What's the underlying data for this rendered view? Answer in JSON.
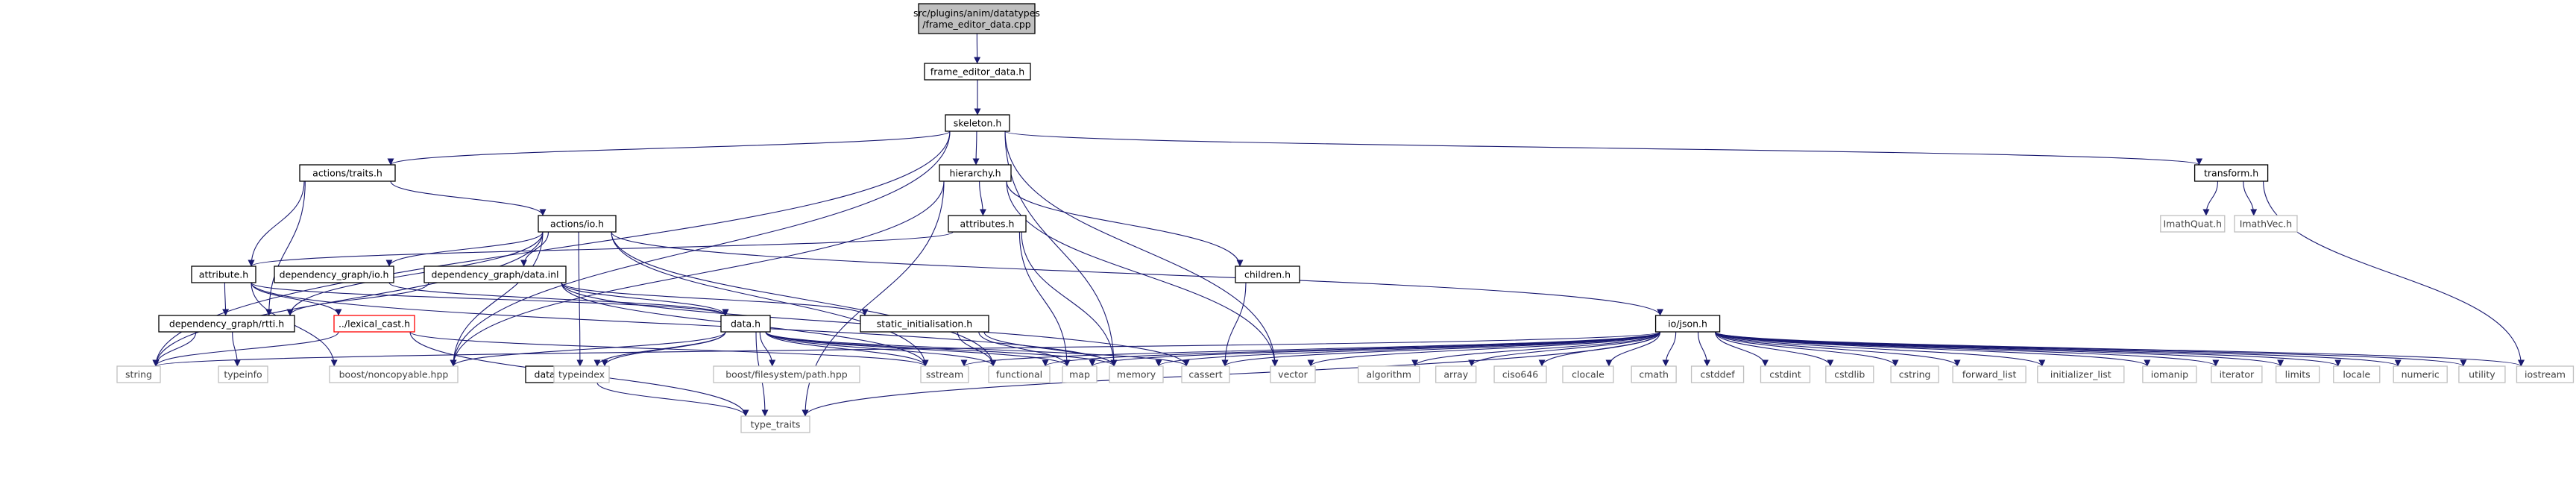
{
  "colors": {
    "edge": "#191970",
    "node_border": "#000000",
    "external_border": "#bfbfbf",
    "external_text": "#404040",
    "broken_border": "#ff0000",
    "root_fill": "#bfbfbf",
    "text": "#000000"
  },
  "nodes": [
    {
      "id": "root",
      "lines": [
        "src/plugins/anim/datatypes",
        "/frame_editor_data.cpp"
      ],
      "kind": "root"
    },
    {
      "id": "frame_editor_data_h",
      "lines": [
        "frame_editor_data.h"
      ],
      "kind": "internal"
    },
    {
      "id": "skeleton_h",
      "lines": [
        "skeleton.h"
      ],
      "kind": "internal"
    },
    {
      "id": "actions_traits_h",
      "lines": [
        "actions/traits.h"
      ],
      "kind": "internal"
    },
    {
      "id": "hierarchy_h",
      "lines": [
        "hierarchy.h"
      ],
      "kind": "internal"
    },
    {
      "id": "transform_h",
      "lines": [
        "transform.h"
      ],
      "kind": "internal"
    },
    {
      "id": "actions_io_h",
      "lines": [
        "actions/io.h"
      ],
      "kind": "internal"
    },
    {
      "id": "attributes_h",
      "lines": [
        "attributes.h"
      ],
      "kind": "internal"
    },
    {
      "id": "imathquat_h",
      "lines": [
        "ImathQuat.h"
      ],
      "kind": "external"
    },
    {
      "id": "imathvec_h",
      "lines": [
        "ImathVec.h"
      ],
      "kind": "external"
    },
    {
      "id": "attribute_h",
      "lines": [
        "attribute.h"
      ],
      "kind": "internal"
    },
    {
      "id": "dep_graph_io_h",
      "lines": [
        "dependency_graph/io.h"
      ],
      "kind": "internal"
    },
    {
      "id": "dep_graph_data_inl",
      "lines": [
        "dependency_graph/data.inl"
      ],
      "kind": "internal"
    },
    {
      "id": "children_h",
      "lines": [
        "children.h"
      ],
      "kind": "internal"
    },
    {
      "id": "io_json_h",
      "lines": [
        "io/json.h"
      ],
      "kind": "internal"
    },
    {
      "id": "dep_graph_rtti_h",
      "lines": [
        "dependency_graph/rtti.h"
      ],
      "kind": "internal"
    },
    {
      "id": "lexical_cast_h",
      "lines": [
        "../lexical_cast.h"
      ],
      "kind": "broken"
    },
    {
      "id": "data_h",
      "lines": [
        "data.h"
      ],
      "kind": "internal"
    },
    {
      "id": "static_init_h",
      "lines": [
        "static_initialisation.h"
      ],
      "kind": "internal"
    },
    {
      "id": "data_traits_h",
      "lines": [
        "data_traits.h"
      ],
      "kind": "internal"
    },
    {
      "id": "string",
      "lines": [
        "string"
      ],
      "kind": "external"
    },
    {
      "id": "typeinfo",
      "lines": [
        "typeinfo"
      ],
      "kind": "external"
    },
    {
      "id": "boost_noncopyable",
      "lines": [
        "boost/noncopyable.hpp"
      ],
      "kind": "external"
    },
    {
      "id": "typeindex",
      "lines": [
        "typeindex"
      ],
      "kind": "external"
    },
    {
      "id": "boost_path",
      "lines": [
        "boost/filesystem/path.hpp"
      ],
      "kind": "external"
    },
    {
      "id": "sstream",
      "lines": [
        "sstream"
      ],
      "kind": "external"
    },
    {
      "id": "functional",
      "lines": [
        "functional"
      ],
      "kind": "external"
    },
    {
      "id": "map",
      "lines": [
        "map"
      ],
      "kind": "external"
    },
    {
      "id": "memory",
      "lines": [
        "memory"
      ],
      "kind": "external"
    },
    {
      "id": "cassert",
      "lines": [
        "cassert"
      ],
      "kind": "external"
    },
    {
      "id": "vector",
      "lines": [
        "vector"
      ],
      "kind": "external"
    },
    {
      "id": "algorithm",
      "lines": [
        "algorithm"
      ],
      "kind": "external"
    },
    {
      "id": "array",
      "lines": [
        "array"
      ],
      "kind": "external"
    },
    {
      "id": "ciso646",
      "lines": [
        "ciso646"
      ],
      "kind": "external"
    },
    {
      "id": "clocale",
      "lines": [
        "clocale"
      ],
      "kind": "external"
    },
    {
      "id": "cmath",
      "lines": [
        "cmath"
      ],
      "kind": "external"
    },
    {
      "id": "cstddef",
      "lines": [
        "cstddef"
      ],
      "kind": "external"
    },
    {
      "id": "cstdint",
      "lines": [
        "cstdint"
      ],
      "kind": "external"
    },
    {
      "id": "cstdlib",
      "lines": [
        "cstdlib"
      ],
      "kind": "external"
    },
    {
      "id": "cstring",
      "lines": [
        "cstring"
      ],
      "kind": "external"
    },
    {
      "id": "forward_list",
      "lines": [
        "forward_list"
      ],
      "kind": "external"
    },
    {
      "id": "initializer_list",
      "lines": [
        "initializer_list"
      ],
      "kind": "external"
    },
    {
      "id": "iomanip",
      "lines": [
        "iomanip"
      ],
      "kind": "external"
    },
    {
      "id": "iterator",
      "lines": [
        "iterator"
      ],
      "kind": "external"
    },
    {
      "id": "limits",
      "lines": [
        "limits"
      ],
      "kind": "external"
    },
    {
      "id": "locale",
      "lines": [
        "locale"
      ],
      "kind": "external"
    },
    {
      "id": "numeric",
      "lines": [
        "numeric"
      ],
      "kind": "external"
    },
    {
      "id": "utility",
      "lines": [
        "utility"
      ],
      "kind": "external"
    },
    {
      "id": "iostream",
      "lines": [
        "iostream"
      ],
      "kind": "external"
    },
    {
      "id": "type_traits",
      "lines": [
        "type_traits"
      ],
      "kind": "external"
    }
  ],
  "edges": [
    [
      "root",
      "frame_editor_data_h"
    ],
    [
      "frame_editor_data_h",
      "skeleton_h"
    ],
    [
      "skeleton_h",
      "actions_traits_h"
    ],
    [
      "skeleton_h",
      "hierarchy_h"
    ],
    [
      "skeleton_h",
      "transform_h"
    ],
    [
      "skeleton_h",
      "string"
    ],
    [
      "skeleton_h",
      "boost_noncopyable"
    ],
    [
      "skeleton_h",
      "memory"
    ],
    [
      "skeleton_h",
      "vector"
    ],
    [
      "actions_traits_h",
      "actions_io_h"
    ],
    [
      "actions_traits_h",
      "dep_graph_rtti_h"
    ],
    [
      "actions_traits_h",
      "attribute_h"
    ],
    [
      "hierarchy_h",
      "attributes_h"
    ],
    [
      "hierarchy_h",
      "children_h"
    ],
    [
      "hierarchy_h",
      "boost_noncopyable"
    ],
    [
      "hierarchy_h",
      "vector"
    ],
    [
      "hierarchy_h",
      "type_traits"
    ],
    [
      "transform_h",
      "imathquat_h"
    ],
    [
      "transform_h",
      "imathvec_h"
    ],
    [
      "transform_h",
      "iostream"
    ],
    [
      "actions_io_h",
      "dep_graph_io_h"
    ],
    [
      "actions_io_h",
      "dep_graph_data_inl"
    ],
    [
      "actions_io_h",
      "io_json_h"
    ],
    [
      "actions_io_h",
      "dep_graph_rtti_h"
    ],
    [
      "actions_io_h",
      "boost_noncopyable"
    ],
    [
      "actions_io_h",
      "typeindex"
    ],
    [
      "actions_io_h",
      "functional"
    ],
    [
      "actions_io_h",
      "sstream"
    ],
    [
      "actions_io_h",
      "string"
    ],
    [
      "attributes_h",
      "attribute_h"
    ],
    [
      "attributes_h",
      "map"
    ],
    [
      "attributes_h",
      "memory"
    ],
    [
      "attribute_h",
      "dep_graph_rtti_h"
    ],
    [
      "attribute_h",
      "lexical_cast_h"
    ],
    [
      "attribute_h",
      "data_h"
    ],
    [
      "attribute_h",
      "boost_noncopyable"
    ],
    [
      "attribute_h",
      "memory"
    ],
    [
      "dep_graph_io_h",
      "data_h"
    ],
    [
      "dep_graph_data_inl",
      "data_h"
    ],
    [
      "dep_graph_data_inl",
      "static_init_h"
    ],
    [
      "dep_graph_data_inl",
      "dep_graph_rtti_h"
    ],
    [
      "dep_graph_data_inl",
      "cassert"
    ],
    [
      "dep_graph_data_inl",
      "sstream"
    ],
    [
      "children_h",
      "cassert"
    ],
    [
      "dep_graph_rtti_h",
      "string"
    ],
    [
      "dep_graph_rtti_h",
      "typeinfo"
    ],
    [
      "lexical_cast_h",
      "string"
    ],
    [
      "lexical_cast_h",
      "sstream"
    ],
    [
      "lexical_cast_h",
      "type_traits"
    ],
    [
      "data_h",
      "data_traits_h"
    ],
    [
      "data_h",
      "boost_noncopyable"
    ],
    [
      "data_h",
      "typeindex"
    ],
    [
      "data_h",
      "boost_path"
    ],
    [
      "data_h",
      "sstream"
    ],
    [
      "data_h",
      "functional"
    ],
    [
      "data_h",
      "map"
    ],
    [
      "data_h",
      "memory"
    ],
    [
      "data_h",
      "cassert"
    ],
    [
      "data_h",
      "type_traits"
    ],
    [
      "static_init_h",
      "functional"
    ],
    [
      "static_init_h",
      "map"
    ],
    [
      "static_init_h",
      "memory"
    ],
    [
      "data_traits_h",
      "type_traits"
    ],
    [
      "io_json_h",
      "string"
    ],
    [
      "io_json_h",
      "sstream"
    ],
    [
      "io_json_h",
      "functional"
    ],
    [
      "io_json_h",
      "map"
    ],
    [
      "io_json_h",
      "memory"
    ],
    [
      "io_json_h",
      "cassert"
    ],
    [
      "io_json_h",
      "vector"
    ],
    [
      "io_json_h",
      "algorithm"
    ],
    [
      "io_json_h",
      "array"
    ],
    [
      "io_json_h",
      "ciso646"
    ],
    [
      "io_json_h",
      "clocale"
    ],
    [
      "io_json_h",
      "cmath"
    ],
    [
      "io_json_h",
      "cstddef"
    ],
    [
      "io_json_h",
      "cstdint"
    ],
    [
      "io_json_h",
      "cstdlib"
    ],
    [
      "io_json_h",
      "cstring"
    ],
    [
      "io_json_h",
      "forward_list"
    ],
    [
      "io_json_h",
      "initializer_list"
    ],
    [
      "io_json_h",
      "iomanip"
    ],
    [
      "io_json_h",
      "iterator"
    ],
    [
      "io_json_h",
      "limits"
    ],
    [
      "io_json_h",
      "locale"
    ],
    [
      "io_json_h",
      "numeric"
    ],
    [
      "io_json_h",
      "utility"
    ],
    [
      "io_json_h",
      "iostream"
    ],
    [
      "io_json_h",
      "type_traits"
    ]
  ]
}
